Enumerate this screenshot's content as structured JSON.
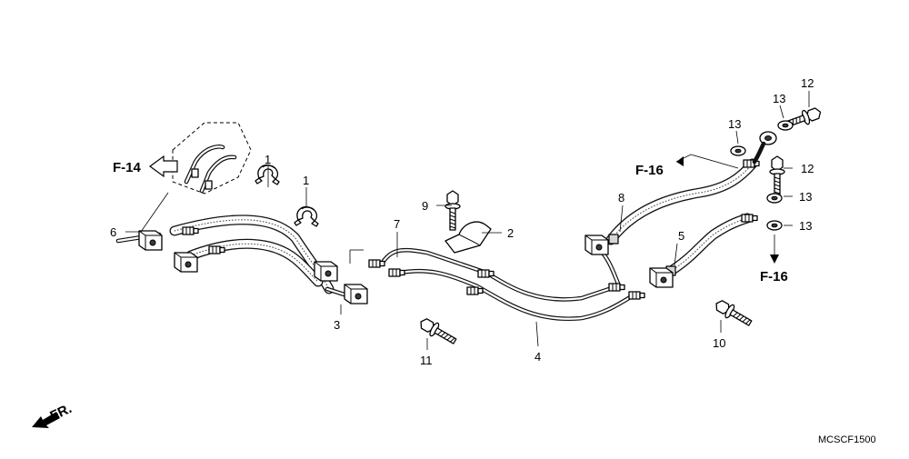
{
  "diagram": {
    "code": "MCSCF1500",
    "front_label": "FR.",
    "refs": [
      "F-14",
      "F-16",
      "F-16"
    ],
    "callouts": [
      "1",
      "1",
      "2",
      "3",
      "4",
      "5",
      "6",
      "7",
      "8",
      "9",
      "10",
      "11",
      "12",
      "12",
      "13",
      "13",
      "13",
      "13"
    ]
  }
}
